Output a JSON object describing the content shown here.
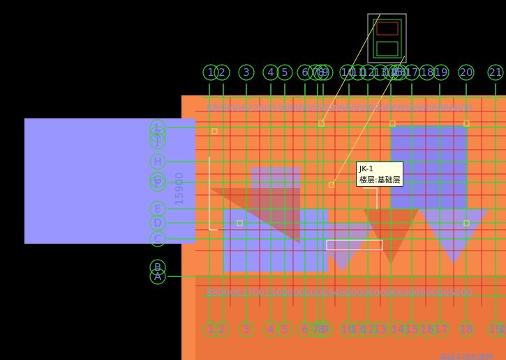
{
  "axis_top": [
    "1",
    "2",
    "3",
    "4",
    "5",
    "6",
    "7",
    "8",
    "9",
    "10",
    "11",
    "12",
    "13",
    "14",
    "15",
    "16",
    "17",
    "18",
    "19",
    "20",
    "21"
  ],
  "axis_bottom": [
    "1",
    "2",
    "3",
    "4",
    "5",
    "6",
    "7",
    "8",
    "9",
    "10",
    "11",
    "12",
    "13",
    "14",
    "15",
    "16",
    "17",
    "18",
    "19",
    "20"
  ],
  "axis_left": [
    "L",
    "K",
    "J",
    "H",
    "G",
    "F",
    "E",
    "D",
    "C",
    "B",
    "A"
  ],
  "dimension_left": "15900",
  "tooltip": {
    "line1": "JK-1",
    "line2": "楼层:基础层"
  },
  "plan_title": "基础平面布置图",
  "colors": {
    "background": "#000000",
    "slab": "#ff8c4a",
    "wall": "#9a96ff",
    "grid_green": "#39d43a",
    "grid_red": "#d42b2b",
    "axis_blue": "#6b87d0"
  }
}
